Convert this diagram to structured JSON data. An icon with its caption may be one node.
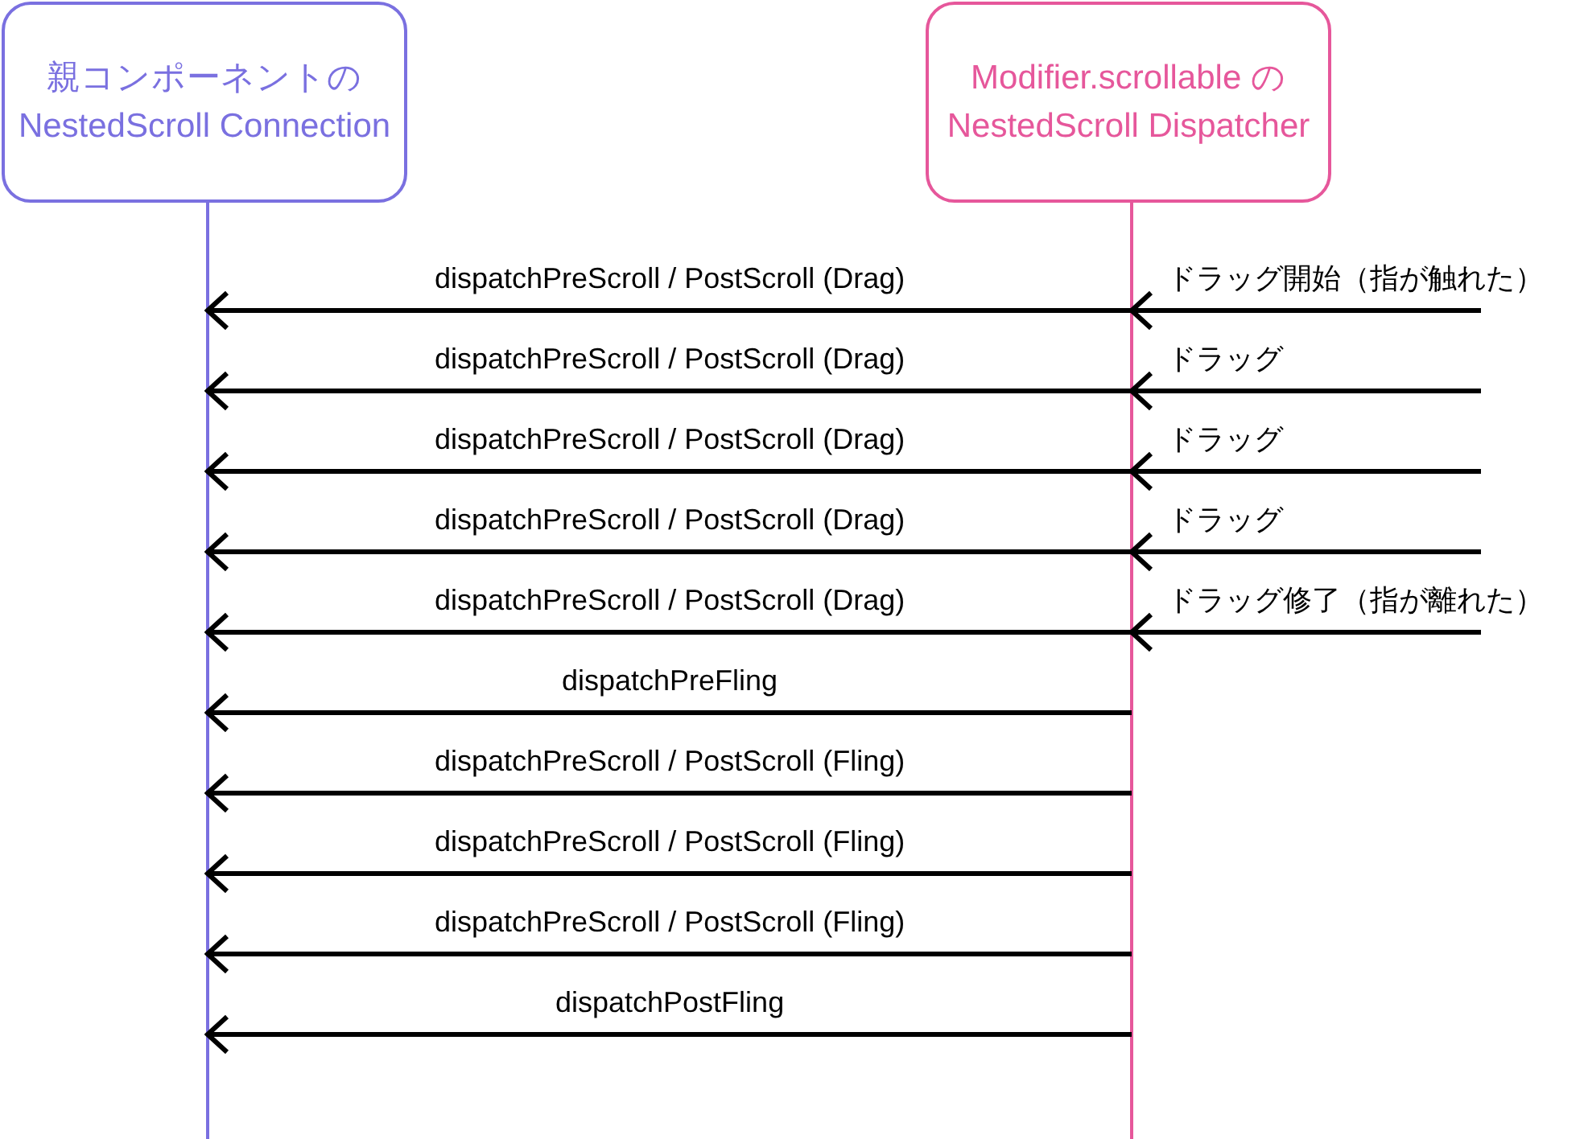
{
  "diagram": {
    "nodes": [
      {
        "text": [
          "親コンポーネントの NestedScroll Connection"
        ]
      },
      {
        "text": [
          "Modifier.scrollable の NestedScroll Dispatcher"
        ]
      }
    ],
    "edges": [
      {
        "from": null,
        "to": 1,
        "arrow": "to",
        "label": "ドラッグ開始（指が触れた）"
      },
      {
        "from": 1,
        "to": 0,
        "arrow": "to",
        "label": "dispatchPreScroll / PostScroll (Drag)"
      },
      {
        "from": null,
        "to": 1,
        "arrow": "to",
        "label": "ドラッグ"
      },
      {
        "from": 1,
        "to": 0,
        "arrow": "to",
        "label": "dispatchPreScroll / PostScroll (Drag)"
      },
      {
        "from": null,
        "to": 1,
        "arrow": "to",
        "label": "ドラッグ"
      },
      {
        "from": 1,
        "to": 0,
        "arrow": "to",
        "label": "dispatchPreScroll / PostScroll (Drag)"
      },
      {
        "from": null,
        "to": 1,
        "arrow": "to",
        "label": "ドラッグ"
      },
      {
        "from": 1,
        "to": 0,
        "arrow": "to",
        "label": "dispatchPreScroll / PostScroll (Drag)"
      },
      {
        "from": null,
        "to": 1,
        "arrow": "to",
        "label": "ドラッグ修了（指が離れた）"
      },
      {
        "from": 1,
        "to": 0,
        "arrow": "to",
        "label": "dispatchPreScroll / PostScroll (Drag)"
      },
      {
        "from": 1,
        "to": 0,
        "arrow": "to",
        "label": "dispatchPreFling"
      },
      {
        "from": 1,
        "to": 0,
        "arrow": "to",
        "label": "dispatchPreScroll / PostScroll (Fling)"
      },
      {
        "from": 1,
        "to": 0,
        "arrow": "to",
        "label": "dispatchPreScroll / PostScroll (Fling)"
      },
      {
        "from": 1,
        "to": 0,
        "arrow": "to",
        "label": "dispatchPreScroll / PostScroll (Fling)"
      },
      {
        "from": 1,
        "to": 0,
        "arrow": "to",
        "label": "dispatchPostFling"
      }
    ]
  }
}
